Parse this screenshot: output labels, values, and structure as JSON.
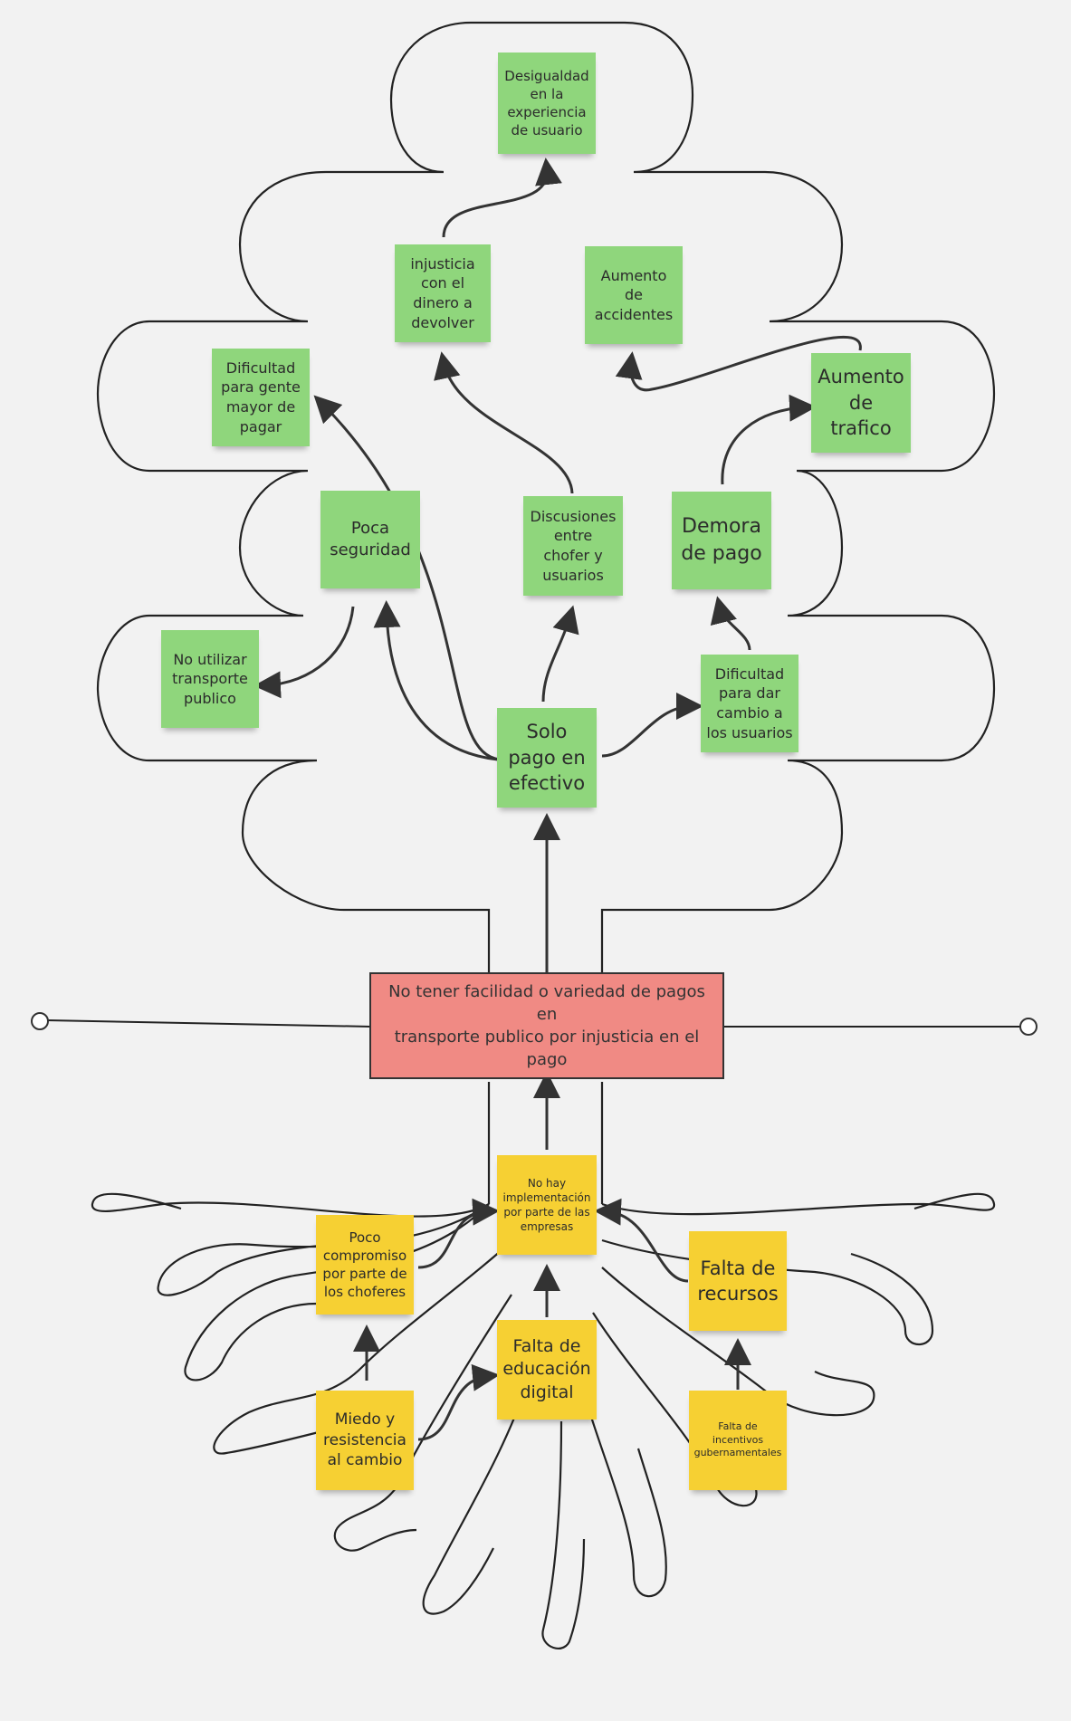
{
  "problem": {
    "text": "No tener facilidad o variedad de pagos en\ntransporte publico por injusticia en el pago"
  },
  "effects": {
    "desigualdad": "Desigualdad\nen la\nexperiencia\nde usuario",
    "injusticia": "injusticia\ncon el\ndinero a\ndevolver",
    "accidentes": "Aumento\nde\naccidentes",
    "dificultad_mayor": "Dificultad\npara gente\nmayor de\npagar",
    "trafico": "Aumento\nde\ntrafico",
    "poca_seguridad": "Poca\nseguridad",
    "discusiones": "Discusiones\nentre\nchofer y\nusuarios",
    "demora": "Demora\nde pago",
    "no_utilizar": "No utilizar\ntransporte\npublico",
    "solo_pago": "Solo\npago en\nefectivo",
    "dificultad_cambio": "Dificultad\npara dar\ncambio a\nlos usuarios"
  },
  "causes": {
    "no_implementacion": "No hay\nimplementación\npor parte de las\nempresas",
    "poco_compromiso": "Poco\ncompromiso\npor parte de\nlos choferes",
    "falta_recursos": "Falta de\nrecursos",
    "falta_educacion": "Falta de\neducación\ndigital",
    "miedo": "Miedo y\nresistencia\nal cambio",
    "falta_incentivos": "Falta de\nincentivos\ngubernamentales"
  },
  "colors": {
    "effect_note": "#8fd67c",
    "cause_note": "#f6d033",
    "problem_box": "#f08a84",
    "outline": "#222222",
    "background": "#f2f2f2"
  }
}
